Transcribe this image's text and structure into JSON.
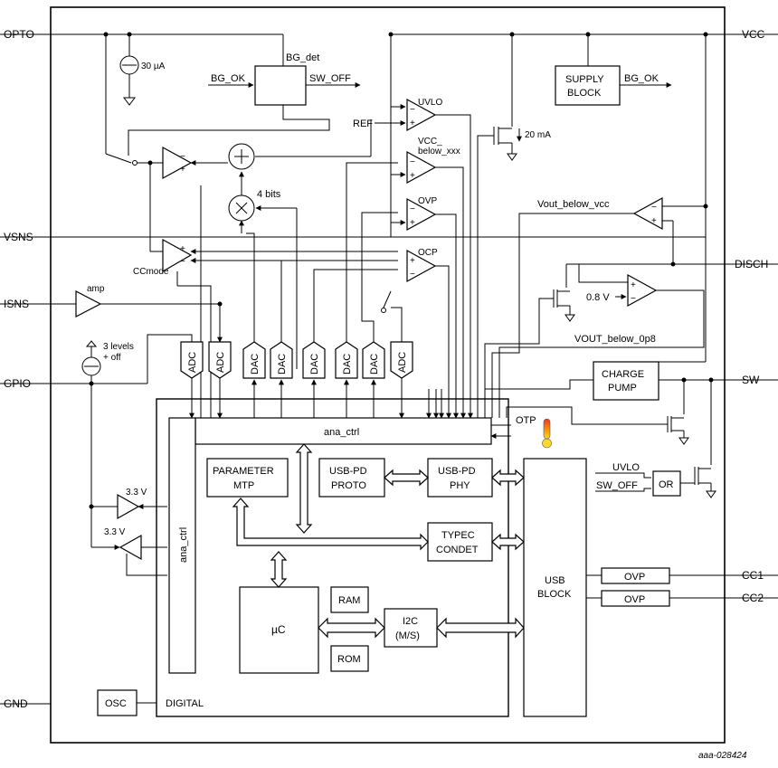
{
  "pins": {
    "opto": "OPTO",
    "vsns": "VSNS",
    "isns": "ISNS",
    "gpio": "GPIO",
    "gnd": "GND",
    "vcc": "VCC",
    "disch": "DISCH",
    "sw": "SW",
    "cc1": "CC1",
    "cc2": "CC2"
  },
  "blocks": {
    "supply_block": [
      "SUPPLY",
      "BLOCK"
    ],
    "charge_pump": [
      "CHARGE",
      "PUMP"
    ],
    "parameter_mtp": [
      "PARAMETER",
      "MTP"
    ],
    "usb_pd_proto": [
      "USB-PD",
      "PROTO"
    ],
    "usb_pd_phy": [
      "USB-PD",
      "PHY"
    ],
    "typec_condet": [
      "TYPEC",
      "CONDET"
    ],
    "usb_block": [
      "USB",
      "BLOCK"
    ],
    "i2c": [
      "I2C",
      "(M/S)"
    ],
    "ram": "RAM",
    "rom": "ROM",
    "uc": "µC",
    "osc": "OSC",
    "or_gate": "OR",
    "ovp_cc1": "OVP",
    "ovp_cc2": "OVP",
    "ana_ctrl_h": "ana_ctrl",
    "ana_ctrl_v": "ana_ctrl",
    "digital": "DIGITAL"
  },
  "converters": {
    "adc1": "ADC",
    "adc2": "ADC",
    "dac1": "DAC",
    "dac2": "DAC",
    "dac3": "DAC",
    "dac4": "DAC",
    "dac5": "DAC",
    "adc3": "ADC"
  },
  "labels": {
    "bg_det": "BG_det",
    "bg_ok_in": "BG_OK",
    "sw_off_out": "SW_OFF",
    "bg_ok_out": "BG_OK",
    "current_30ua": "30 µA",
    "current_20ma": "20 mA",
    "uvlo": "UVLO",
    "ref": "REF",
    "vcc_below_1": "VCC_",
    "vcc_below_2": "below_xxx",
    "ovp": "OVP",
    "ocp": "OCP",
    "bits4": "4 bits",
    "ccmode": "CCmode",
    "amp": "amp",
    "levels_1": "3 levels",
    "levels_2": "+ off",
    "vout_below_vcc": "Vout_below_vcc",
    "v08": "0.8 V",
    "vout_below_0p8": "VOUT_below_0p8",
    "otp": "OTP",
    "uvlo_in": "UVLO",
    "sw_off_in": "SW_OFF",
    "v33_a": "3.3 V",
    "v33_b": "3.3 V",
    "figure_id": "aaa-028424"
  }
}
